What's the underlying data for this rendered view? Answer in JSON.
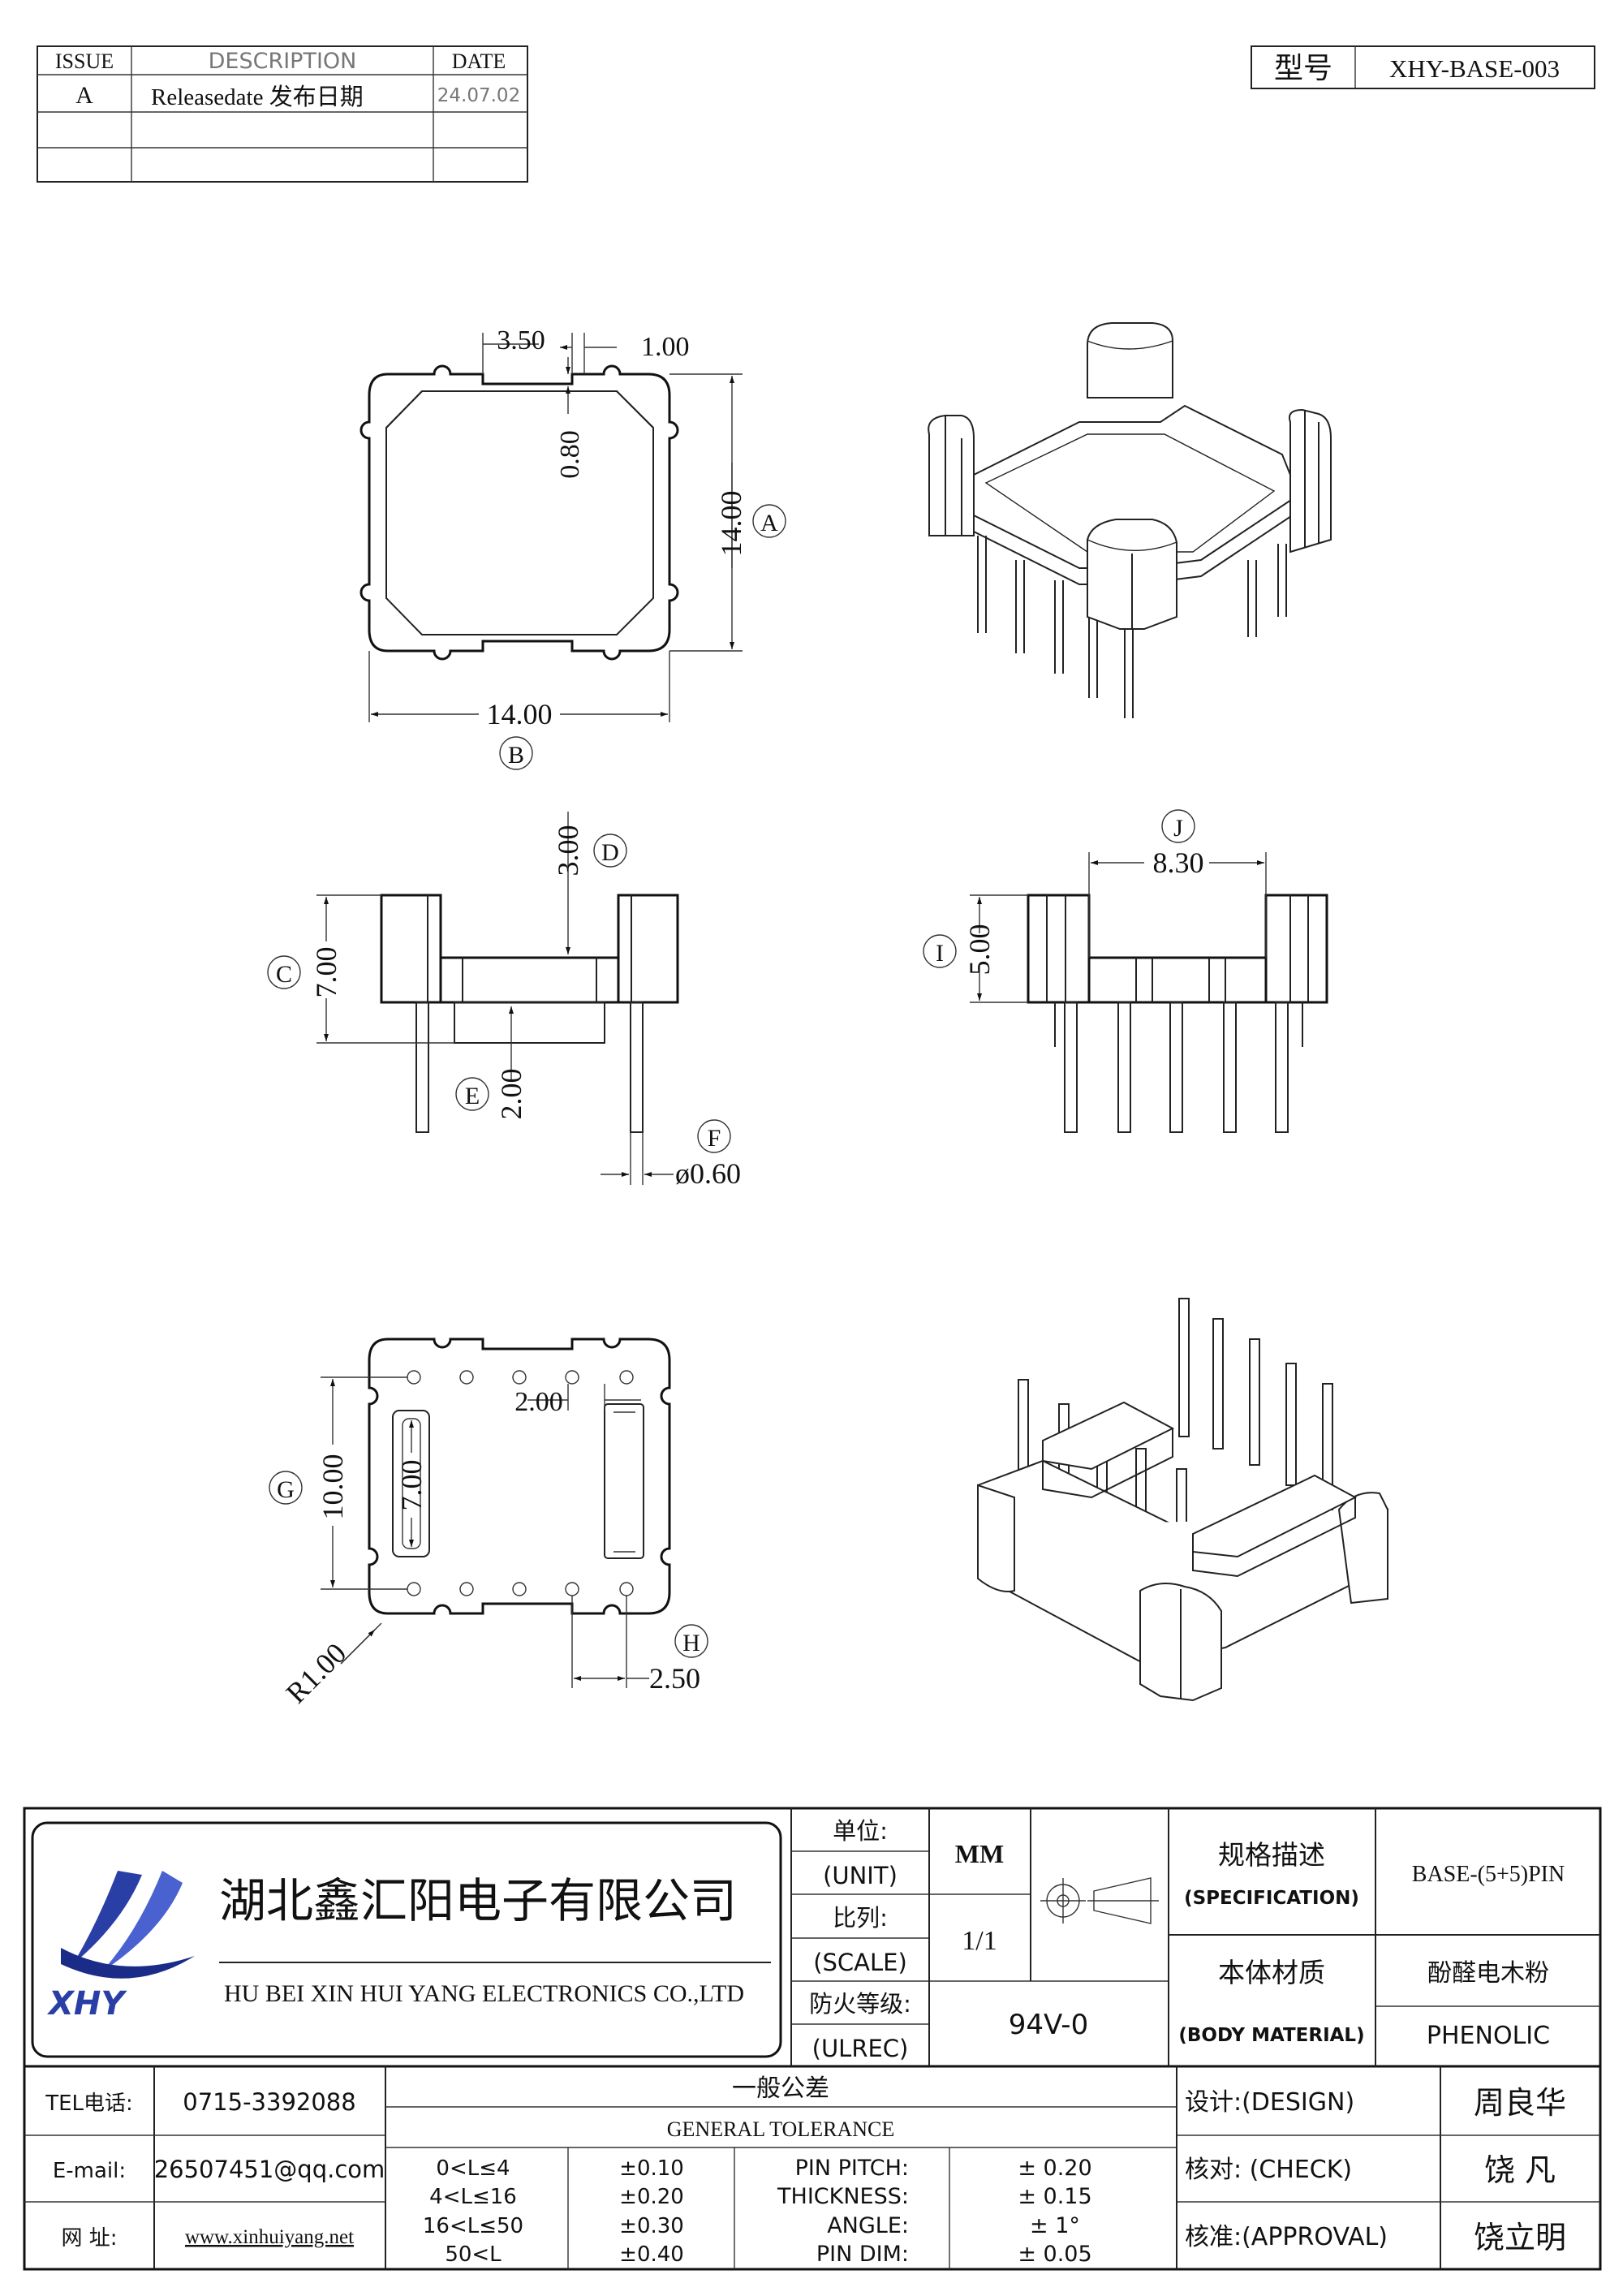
{
  "revision_table": {
    "headers": [
      "ISSUE",
      "DESCRIPTION",
      "DATE"
    ],
    "rows": [
      {
        "issue": "A",
        "description": "Releasedate 发布日期",
        "date": "24.07.02"
      },
      {
        "issue": "",
        "description": "",
        "date": ""
      },
      {
        "issue": "",
        "description": "",
        "date": ""
      }
    ]
  },
  "model": {
    "label": "型号",
    "value": "XHY-BASE-003"
  },
  "dimensions": {
    "top_view": {
      "notch_width": "3.50",
      "gap": "1.00",
      "notch_depth": "0.80",
      "height": "14.00",
      "height_ref": "A",
      "width": "14.00",
      "width_ref": "B"
    },
    "front_view": {
      "pin_slot": "3.00",
      "pin_slot_ref": "D",
      "total_height": "7.00",
      "total_height_ref": "C",
      "standoff": "2.00",
      "standoff_ref": "E",
      "pin_dia": "ø0.60",
      "pin_dia_ref": "F"
    },
    "side_view": {
      "width": "8.30",
      "width_ref": "J",
      "height": "5.00",
      "height_ref": "I"
    },
    "bottom_view": {
      "slot_gap": "2.00",
      "pin_span": "10.00",
      "pin_span_ref": "G",
      "slot_len": "7.00",
      "radius": "R1.00",
      "pitch": "2.50",
      "pitch_ref": "H"
    }
  },
  "title_block": {
    "company_cn": "湖北鑫汇阳电子有限公司",
    "company_en": "HU BEI XIN HUI YANG ELECTRONICS CO.,LTD",
    "logo_text": "XHY",
    "unit_label_cn": "单位:",
    "unit_label_en": "(UNIT)",
    "unit_value": "MM",
    "scale_label_cn": "比列:",
    "scale_label_en": "(SCALE)",
    "scale_value": "1/1",
    "fire_label_cn": "防火等级:",
    "fire_label_en": "(ULREC)",
    "fire_value": "94V-0",
    "spec_label_cn": "规格描述",
    "spec_label_en": "(SPECIFICATION)",
    "spec_value": "BASE-(5+5)PIN",
    "material_label_cn": "本体材质",
    "material_label_en": "(BODY MATERIAL)",
    "material_value_cn": "酚醛电木粉",
    "material_value_en": "PHENOLIC",
    "tel_label": "TEL电话:",
    "tel_value": "0715-3392088",
    "email_label": "E-mail:",
    "email_value": "26507451@qq.com",
    "web_label": "网  址:",
    "web_value": "www.xinhuiyang.net",
    "tolerance_title_cn": "一般公差",
    "tolerance_title_en": "GENERAL TOLERANCE",
    "tolerance_ranges": [
      {
        "range": "0<L≤4",
        "tol": "±0.10"
      },
      {
        "range": "4<L≤16",
        "tol": "±0.20"
      },
      {
        "range": "16<L≤50",
        "tol": "±0.30"
      },
      {
        "range": "50<L",
        "tol": "±0.40"
      }
    ],
    "tolerance_items": [
      {
        "label": "PIN PITCH:",
        "tol": "± 0.20"
      },
      {
        "label": "THICKNESS:",
        "tol": "± 0.15"
      },
      {
        "label": "ANGLE:",
        "tol": "± 1°"
      },
      {
        "label": "PIN DIM:",
        "tol": "± 0.05"
      }
    ],
    "design_label": "设计:(DESIGN)",
    "design_name": "周良华",
    "check_label": "核对: (CHECK)",
    "check_name": "饶  凡",
    "approval_label": "核准:(APPROVAL)",
    "approval_name": "饶立明"
  }
}
